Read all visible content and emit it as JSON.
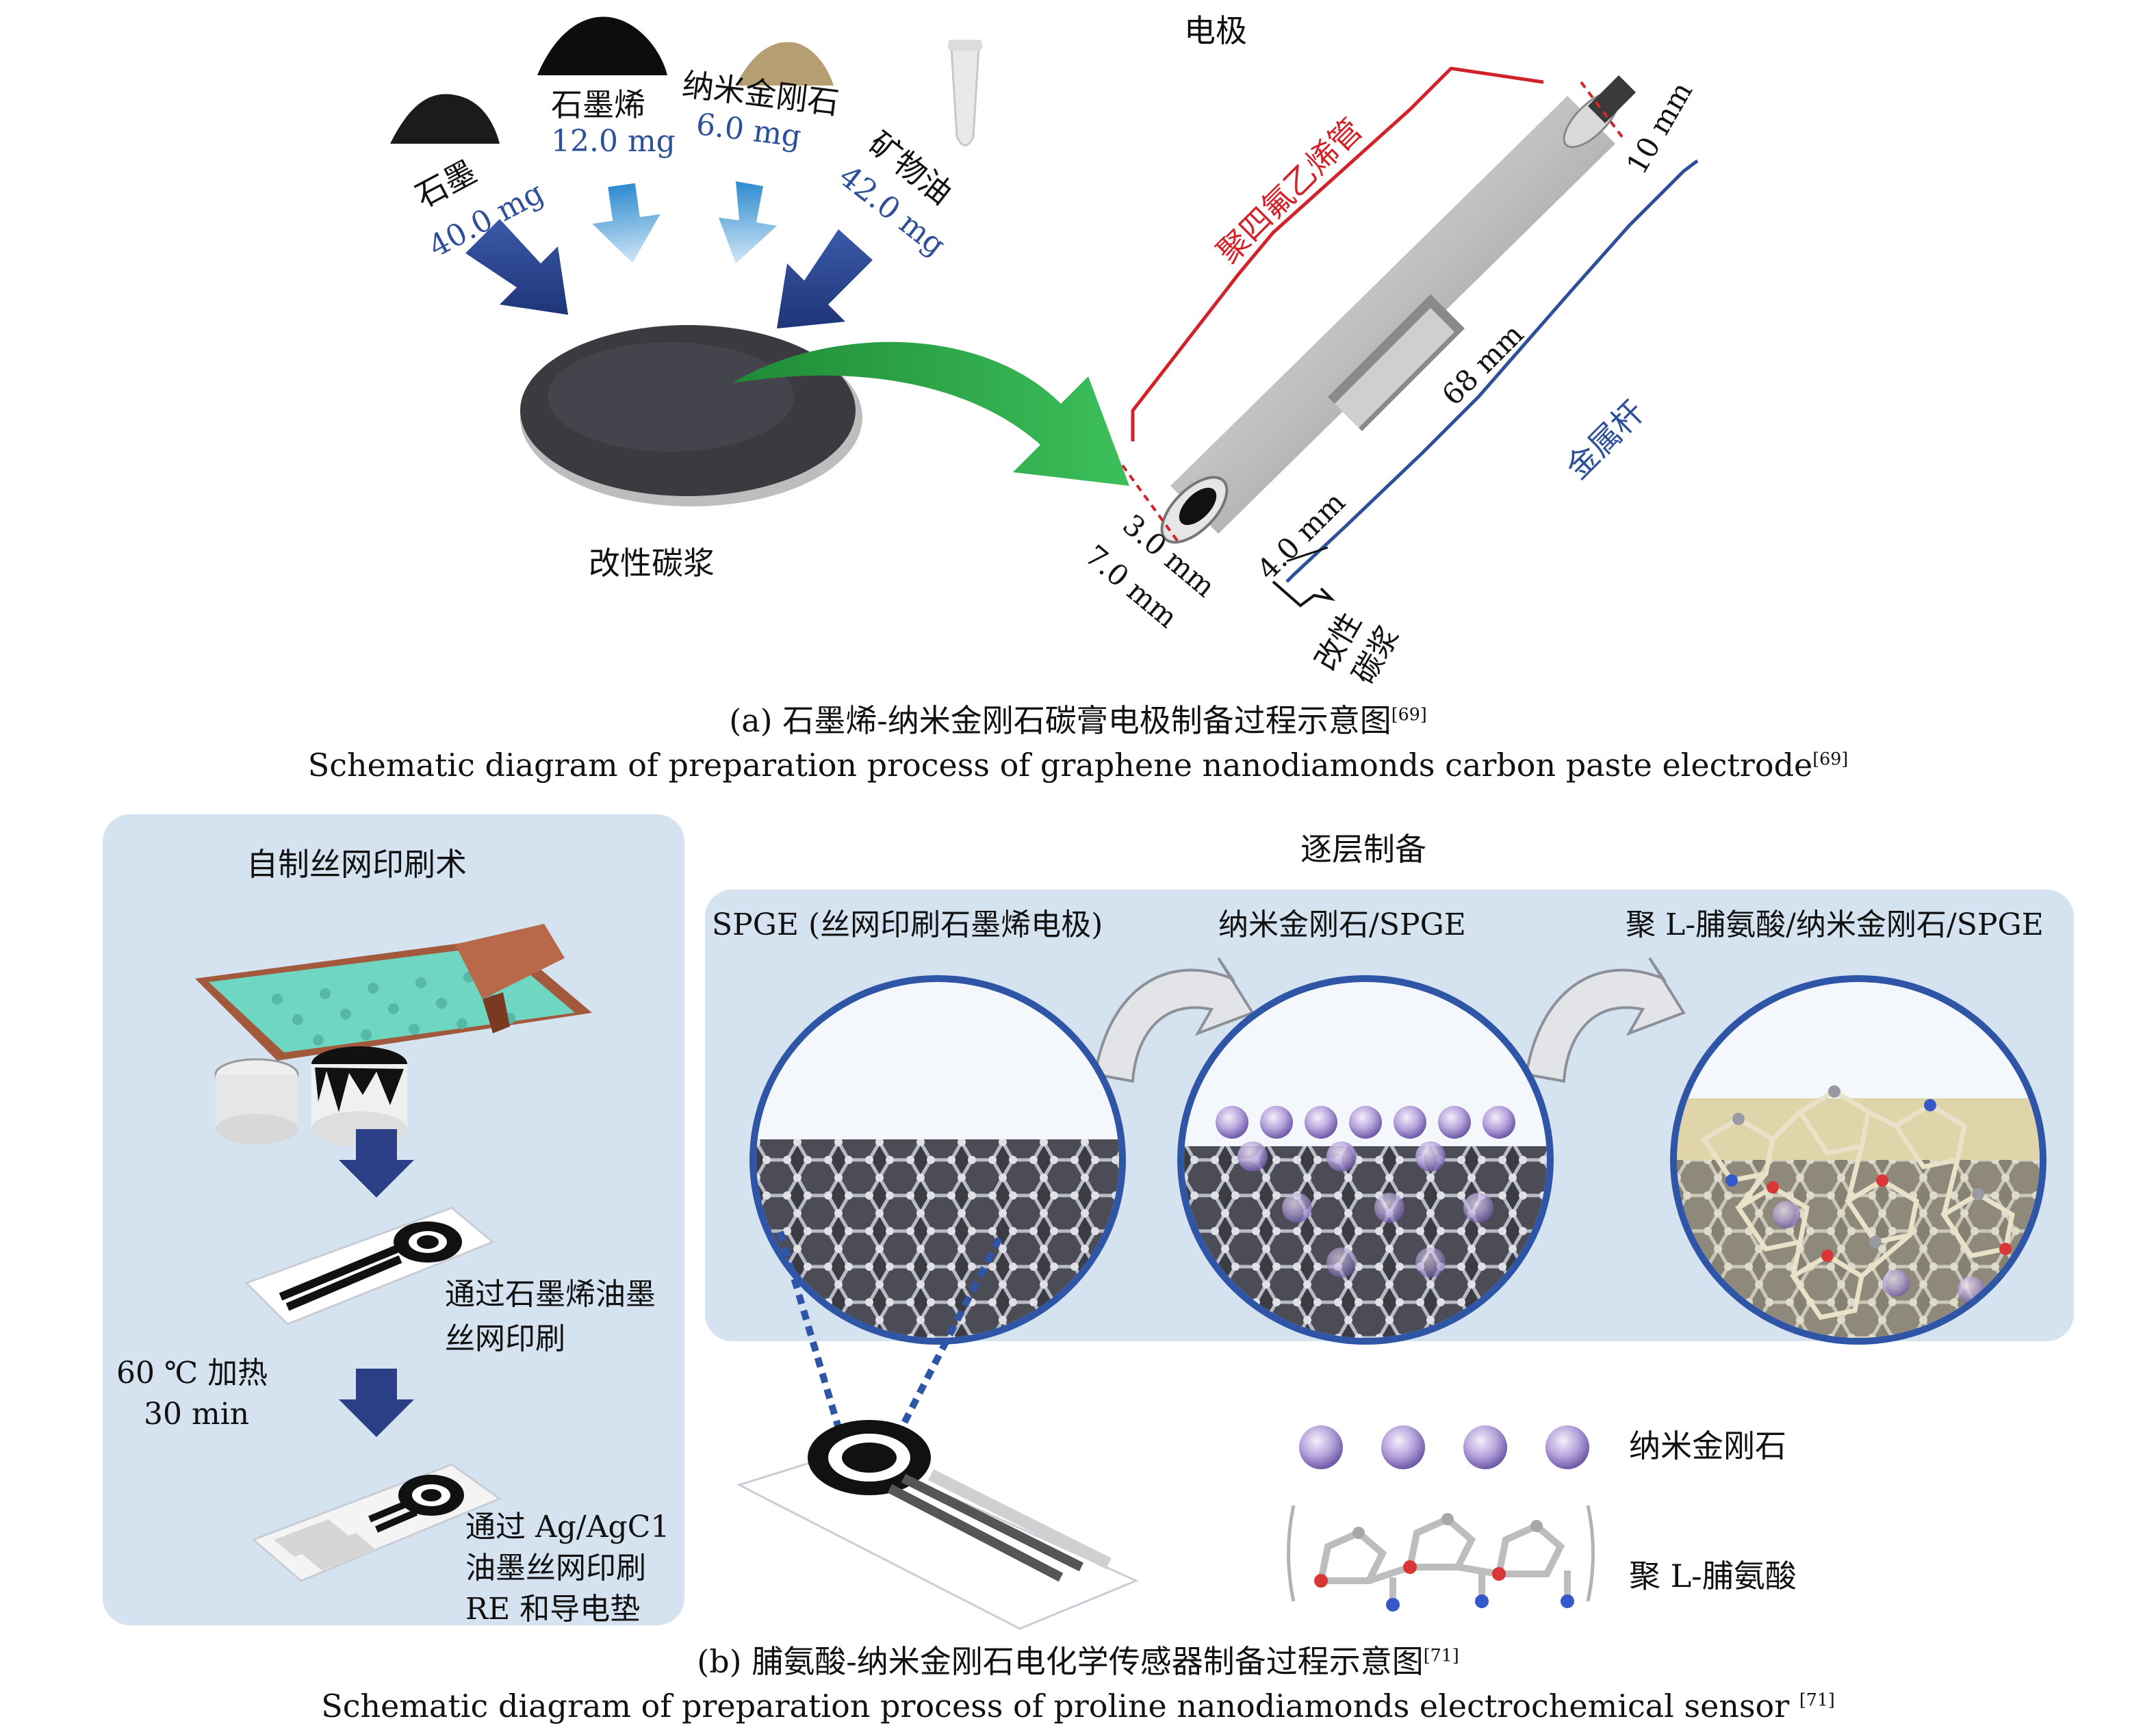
{
  "panel_a": {
    "title_electrode": "电极",
    "ingredients": [
      {
        "name": "石墨",
        "amount": "40.0 mg"
      },
      {
        "name": "石墨烯",
        "amount": "12.0 mg"
      },
      {
        "name": "纳米金刚石",
        "amount": "6.0 mg"
      },
      {
        "name": "矿物油",
        "amount": "42.0 mg"
      }
    ],
    "paste_label": "改性碳浆",
    "tube_label": "聚四氟乙烯管",
    "rod_label": "金属杆",
    "dims": {
      "d10": "10 mm",
      "d68": "68 mm",
      "d4": "4.0 mm",
      "d3": "3.0 mm",
      "d7": "7.0 mm"
    },
    "tip_label_1": "改性",
    "tip_label_2": "碳浆",
    "caption_cn": "(a) 石墨烯-纳米金刚石碳膏电极制备过程示意图",
    "caption_en": "Schematic diagram of preparation process of graphene nanodiamonds carbon paste electrode",
    "ref": "[69]"
  },
  "panel_b": {
    "left_title": "自制丝网印刷术",
    "step1": [
      "通过石墨烯油墨",
      "丝网印刷"
    ],
    "heat": [
      "60 ℃ 加热",
      "30 min"
    ],
    "step2": [
      "通过 Ag/AgC1",
      "油墨丝网印刷",
      "RE 和导电垫"
    ],
    "right_title": "逐层制备",
    "stage_labels": [
      "SPGE (丝网印刷石墨烯电极)",
      "纳米金刚石/SPGE",
      "聚 L-脯氨酸/纳米金刚石/SPGE"
    ],
    "legend": [
      {
        "label": "纳米金刚石",
        "icon": "nanodiamond-sphere-icon"
      },
      {
        "label": "聚 L-脯氨酸",
        "icon": "polyproline-chain-icon"
      }
    ],
    "caption_cn": "(b) 脯氨酸-纳米金刚石电化学传感器制备过程示意图",
    "caption_en": "Schematic diagram of preparation process of proline nanodiamonds electrochemical sensor ",
    "ref": "[71]"
  },
  "colors": {
    "accent_blue": "#2e4f9a",
    "accent_red": "#d2232a",
    "arrow_green": "#2fa84a",
    "panel_bg": "#d5e3f1"
  }
}
